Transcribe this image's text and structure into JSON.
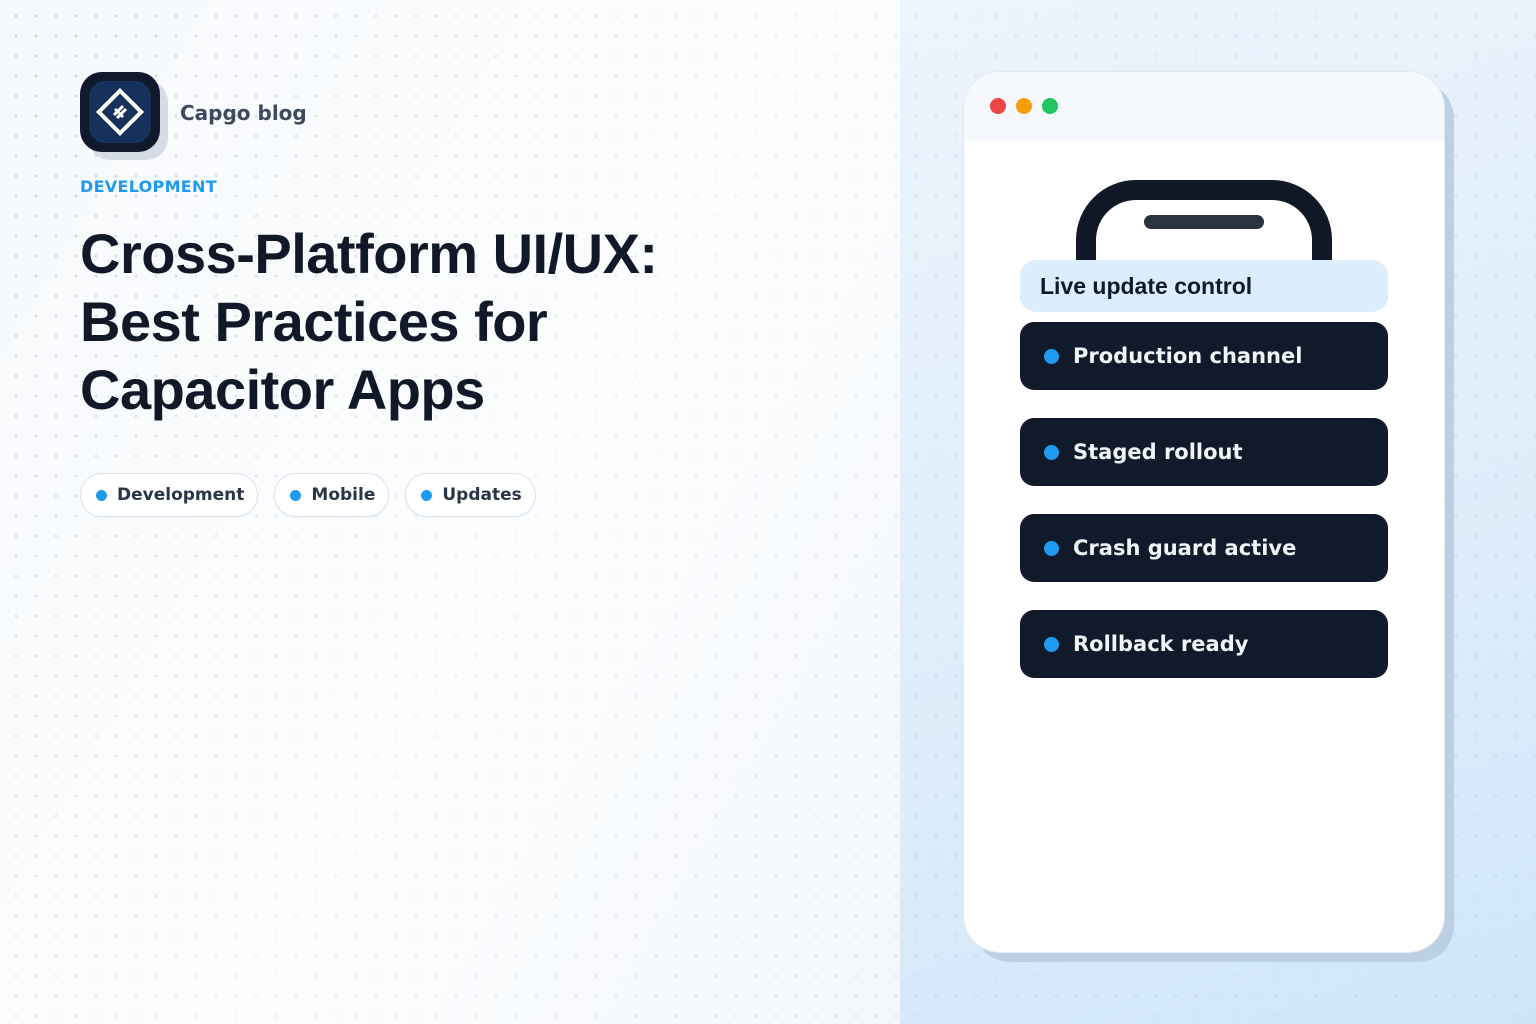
{
  "brand": {
    "name": "Capgo blog",
    "logo_icon": "capgo-diamond-logo-icon"
  },
  "article": {
    "category": "DEVELOPMENT",
    "title_lines": [
      "Cross-Platform UI/UX:",
      "Best Practices for",
      "Capacitor Apps"
    ],
    "tags": [
      "Development",
      "Mobile",
      "Updates"
    ]
  },
  "mockup": {
    "window_controls": [
      "close-dot",
      "minimize-dot",
      "maximize-dot"
    ],
    "panel_title": "Live update control",
    "items": [
      "Production channel",
      "Staged rollout",
      "Crash guard active",
      "Rollback ready"
    ]
  },
  "colors": {
    "accent": "#1e9bf0",
    "dark": "#111a2b",
    "title_text": "#111827",
    "window_red": "#ef4444",
    "window_amber": "#f59e0b",
    "window_green": "#22c55e",
    "panel_header_bg": "#dcedfc"
  }
}
